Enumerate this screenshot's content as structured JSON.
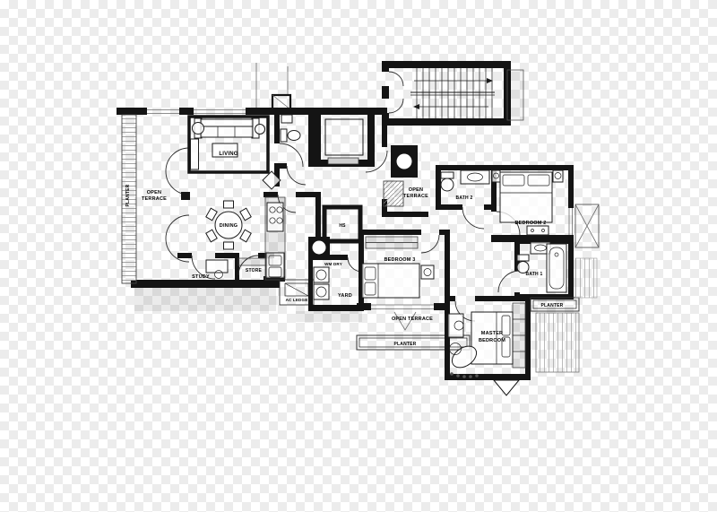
{
  "document": {
    "kind": "architectural-floor-plan",
    "background": {
      "checker_light": "#ffffff",
      "checker_dark": "#ececec"
    },
    "ink_color": "#141414",
    "shading_color": "#e3e3e3"
  },
  "floorplan": {
    "labels": {
      "living": "LIVING",
      "dining": "DINING",
      "study": "STUDY",
      "store": "STORE",
      "open_line1": "OPEN",
      "open_line2": "TERRACE",
      "open_terrace": "OPEN TERRACE",
      "planter": "PLANTER",
      "ac_ledge": "AC LEDGE",
      "yard": "YARD",
      "wm_dry": "WM DRY",
      "hs": "HS",
      "bath2": "BATH 2",
      "bath1": "BATH 1",
      "bedroom2": "BEDROOM 2",
      "bedroom3": "BEDROOM 3",
      "master_line1": "MASTER",
      "master_line2": "BEDROOM"
    }
  }
}
